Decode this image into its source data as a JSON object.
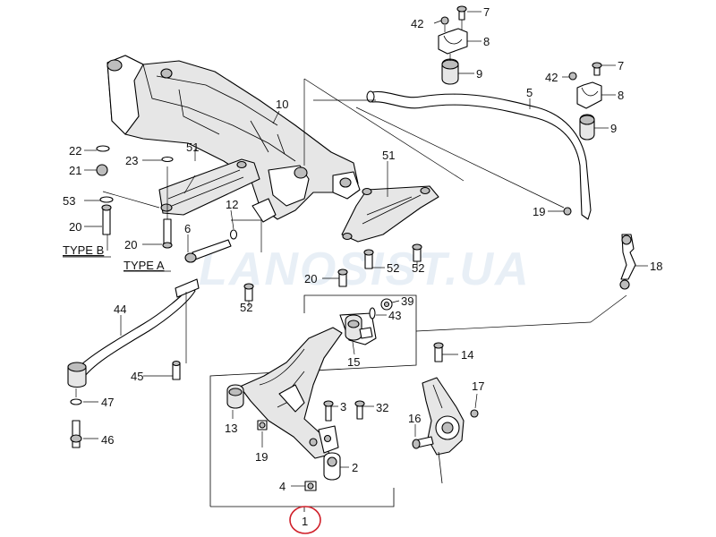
{
  "watermark": "LANOSIST.UA",
  "type_labels": {
    "b": "TYPE B",
    "a": "TYPE A"
  },
  "assembly_ref": "1",
  "callouts": {
    "c42a": "42",
    "c7a": "7",
    "c8a": "8",
    "c9a": "9",
    "c5": "5",
    "c42b": "42",
    "c7b": "7",
    "c8b": "8",
    "c9b": "9",
    "c10": "10",
    "c22": "22",
    "c21": "21",
    "c23": "23",
    "c51a": "51",
    "c53": "53",
    "c20a": "20",
    "c20b": "20",
    "c12": "12",
    "c6": "6",
    "c51b": "51",
    "c19a": "19",
    "c18": "18",
    "c52a": "52",
    "c20c": "20",
    "c52b": "52",
    "c52c": "52",
    "c44": "44",
    "c39": "39",
    "c43": "43",
    "c15": "15",
    "c14": "14",
    "c45": "45",
    "c47": "47",
    "c46": "46",
    "c3": "3",
    "c32": "32",
    "c17": "17",
    "c16": "16",
    "c13": "13",
    "c19b": "19",
    "c2": "2",
    "c4": "4"
  },
  "colors": {
    "line": "#000000",
    "ring": "#d0202a",
    "watermark": "#d8e4f0"
  }
}
